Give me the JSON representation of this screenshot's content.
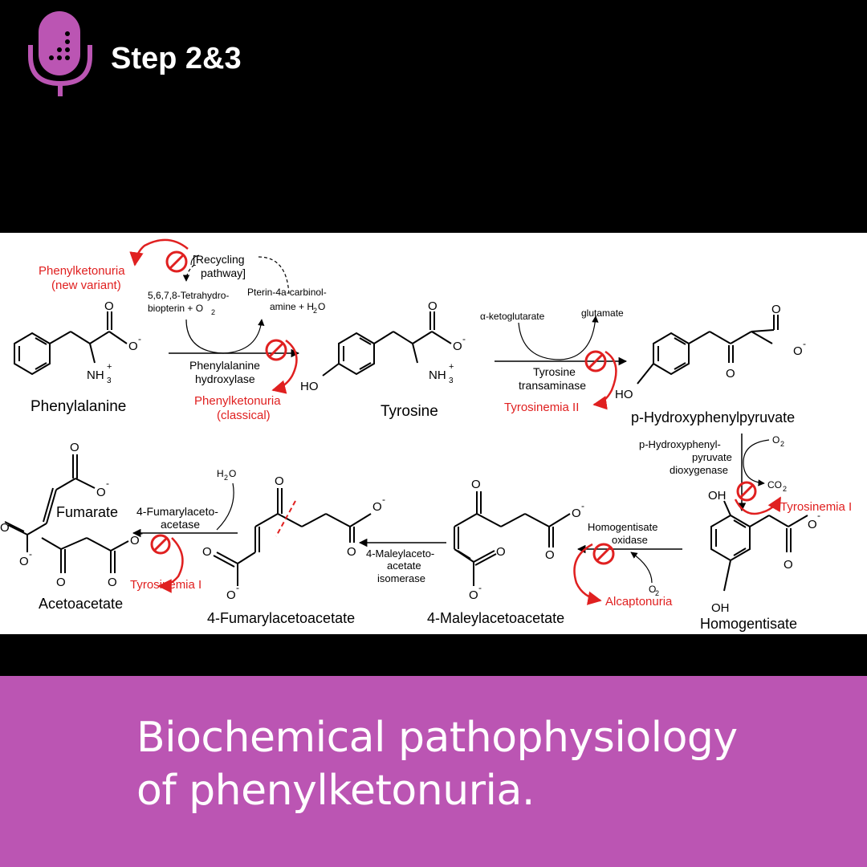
{
  "header": {
    "title": "Step 2&3",
    "logo_icon": "microphone-icon"
  },
  "colors": {
    "accent": "#bb55b3",
    "disorder": "#e02020",
    "background": "#000000"
  },
  "diagram": {
    "compounds": {
      "phenylalanine": "Phenylalanine",
      "tyrosine": "Tyrosine",
      "hpp": "p-Hydroxyphenylpyruvate",
      "homogentisate": "Homogentisate",
      "maleylacetoacetate": "4-Maleylacetoacetate",
      "fumarylacetoacetate": "4-Fumarylacetoacetate",
      "fumarate": "Fumarate",
      "acetoacetate": "Acetoacetate"
    },
    "enzymes": {
      "pah_1": "Phenylalanine",
      "pah_2": "hydroxylase",
      "tat_1": "Tyrosine",
      "tat_2": "transaminase",
      "hppd_1": "p-Hydroxyphenyl-",
      "hppd_2": "pyruvate",
      "hppd_3": "dioxygenase",
      "hgo_1": "Homogentisate",
      "hgo_2": "oxidase",
      "mai_1": "4-Maleylaceto-",
      "mai_2": "acetate",
      "mai_3": "isomerase",
      "fah_1": "4-Fumarylaceto-",
      "fah_2": "acetase"
    },
    "cofactors": {
      "recycling_1": "[Recycling",
      "recycling_2": "pathway]",
      "bh4_1": "5,6,7,8-Tetrahydro-",
      "bh4_2": "biopterin + O",
      "pterin_1": "Pterin-4a-carbinol-",
      "pterin_2": "amine + H",
      "pterin_2b": "O",
      "akg": "α-ketoglutarate",
      "glutamate": "glutamate",
      "o2_a": "O",
      "co2": "CO",
      "o2_b": "O",
      "h2o": "H",
      "h2o_b": "O"
    },
    "disorders": {
      "pku_new_1": "Phenylketonuria",
      "pku_new_2": "(new variant)",
      "pku_classic_1": "Phenylketonuria",
      "pku_classic_2": "(classical)",
      "tyr2": "Tyrosinemia II",
      "tyr1_a": "Tyrosinemia I",
      "alcaptonuria": "Alcaptonuria",
      "tyr1_b": "Tyrosinemia I"
    },
    "atoms": {
      "o": "O",
      "o_minus": "O",
      "minus": "-",
      "nh3": "NH",
      "sub3": "3",
      "plus": "+",
      "ho": "HO",
      "oh": "OH",
      "sub2": "2"
    }
  },
  "caption": {
    "line1": "Biochemical pathophysiology",
    "line2": "of phenylketonuria."
  }
}
